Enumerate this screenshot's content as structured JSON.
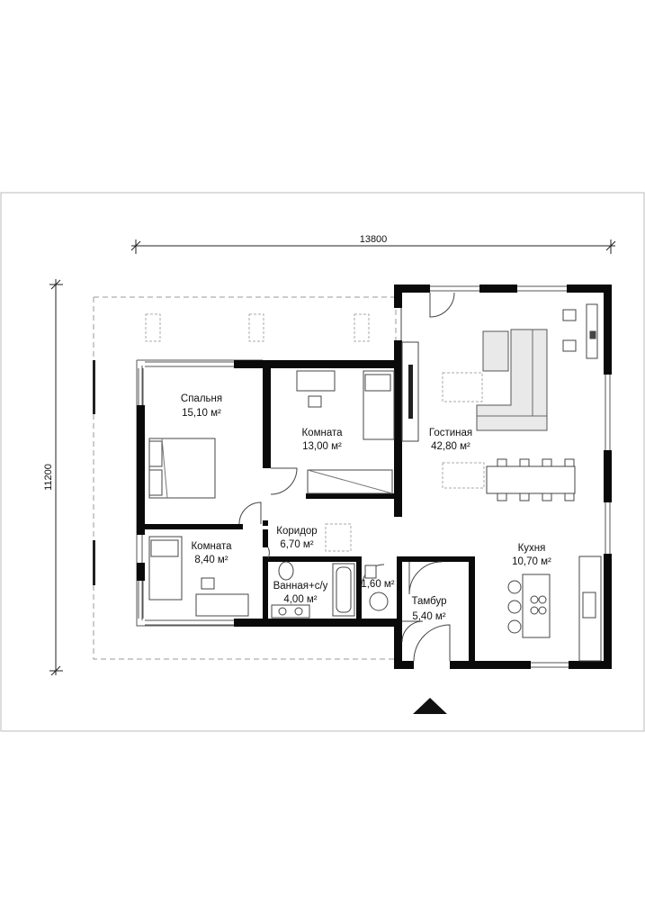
{
  "dimensions": {
    "width_label": "13800",
    "height_label": "11200"
  },
  "rooms": [
    {
      "id": "bedroom",
      "name": "Спальня",
      "area": "15,10 м²"
    },
    {
      "id": "room1",
      "name": "Комната",
      "area": "13,00 м²"
    },
    {
      "id": "living",
      "name": "Гостиная",
      "area": "42,80 м²"
    },
    {
      "id": "corridor",
      "name": "Коридор",
      "area": "6,70 м²"
    },
    {
      "id": "room2",
      "name": "Комната",
      "area": "8,40 м²"
    },
    {
      "id": "bath",
      "name": "Ванная+с/у",
      "area": "4,00 м²"
    },
    {
      "id": "wc",
      "name": "",
      "area": "1,60 м²"
    },
    {
      "id": "vestibule",
      "name": "Тамбур",
      "area": "5,40 м²"
    },
    {
      "id": "kitchen",
      "name": "Кухня",
      "area": "10,70 м²"
    }
  ]
}
